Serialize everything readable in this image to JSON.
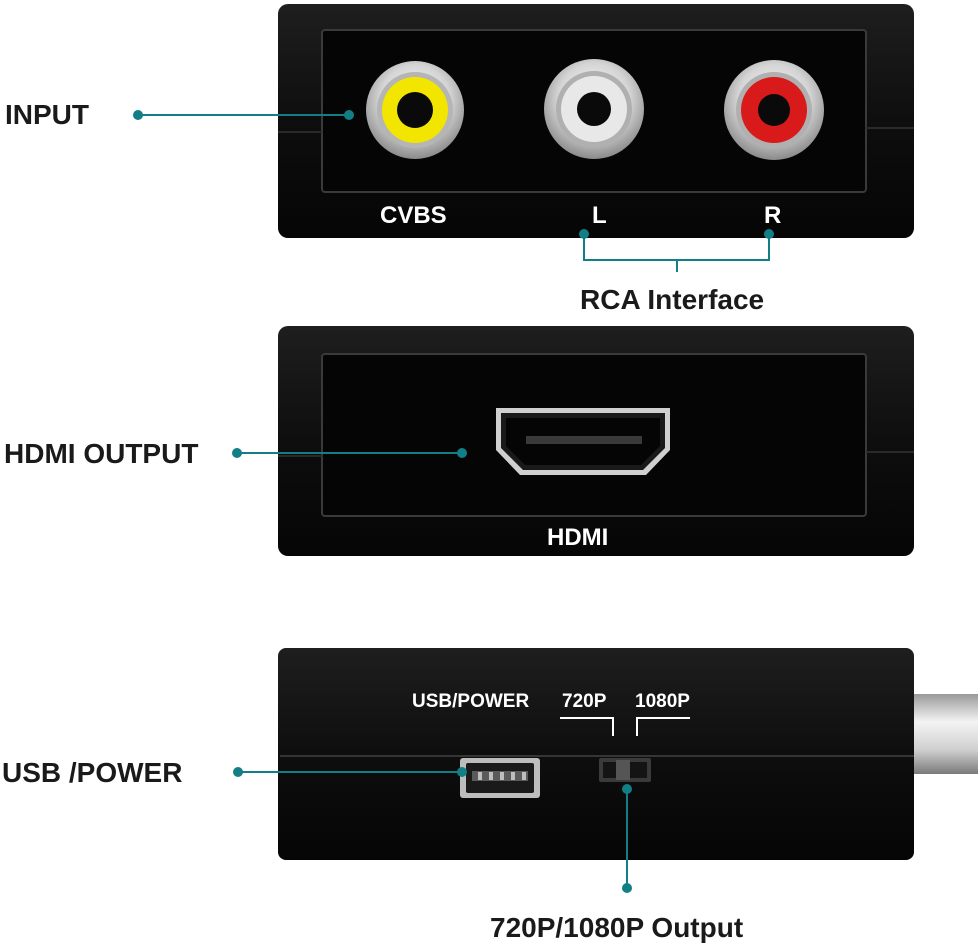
{
  "callouts": {
    "input": "INPUT",
    "rca_interface": "RCA Interface",
    "hdmi_output": "HDMI OUTPUT",
    "usb_power": "USB /POWER",
    "resolution_output": "720P/1080P Output"
  },
  "panel_labels": {
    "cvbs": "CVBS",
    "left": "L",
    "right": "R",
    "hdmi": "HDMI",
    "usb_power": "USB/POWER",
    "p720": "720P",
    "p1080": "1080P"
  },
  "colors": {
    "leader_line": "#127f86",
    "device_body": "#0c0c0c",
    "rca_yellow": "#f2e600",
    "rca_white": "#e8e8e8",
    "rca_red": "#d81a1a"
  },
  "icons": {
    "video_jack": "rca-yellow-jack-icon",
    "audio_left_jack": "rca-white-jack-icon",
    "audio_right_jack": "rca-red-jack-icon",
    "hdmi_port": "hdmi-port-icon",
    "usb_port": "mini-usb-port-icon",
    "switch": "resolution-switch-icon"
  }
}
